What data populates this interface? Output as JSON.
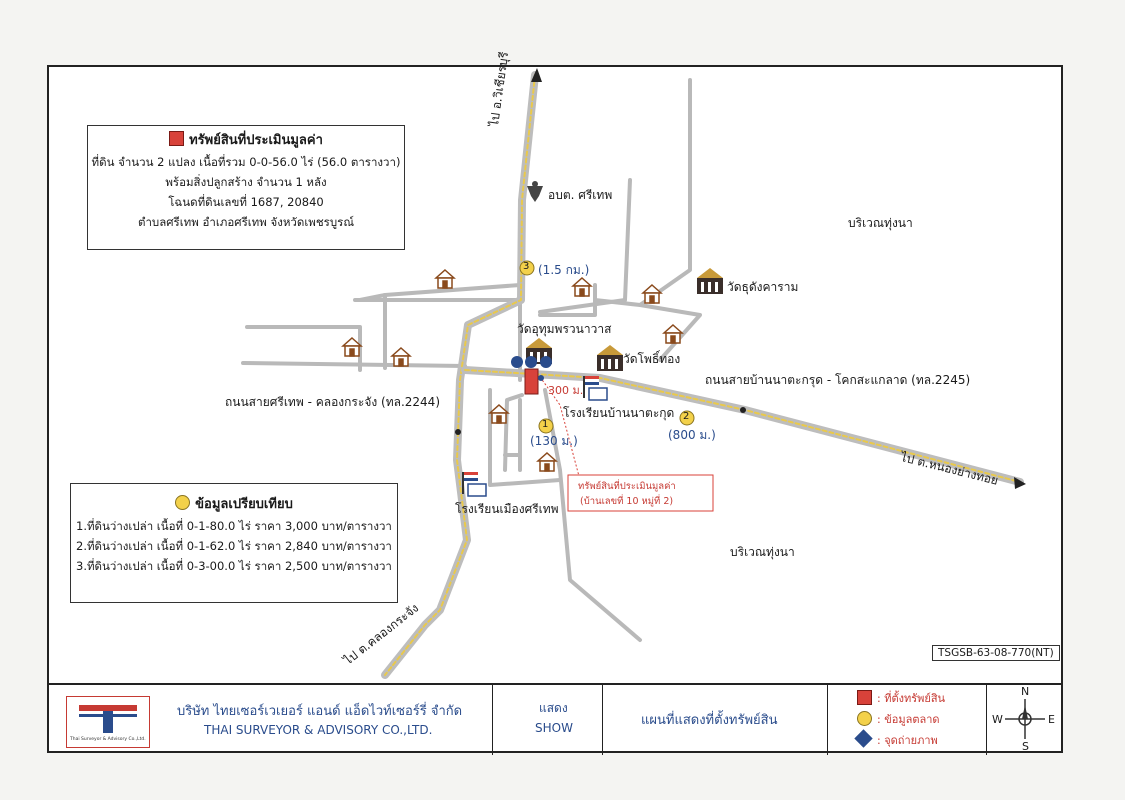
{
  "property_box": {
    "title": "ทรัพย์สินที่ประเมินมูลค่า",
    "lines": [
      "ที่ดิน จำนวน 2 แปลง เนื้อที่รวม 0-0-56.0 ไร่ (56.0 ตารางวา)",
      "พร้อมสิ่งปลูกสร้าง จำนวน 1 หลัง",
      "โฉนดที่ดินเลขที่ 1687, 20840",
      "ตำบลศรีเทพ อำเภอศรีเทพ จังหวัดเพชรบูรณ์"
    ]
  },
  "comparison_box": {
    "title": "ข้อมูลเปรียบเทียบ",
    "lines": [
      "1.ที่ดินว่างเปล่า เนื้อที่ 0-1-80.0 ไร่ ราคา 3,000 บาท/ตารางวา",
      "2.ที่ดินว่างเปล่า เนื้อที่ 0-1-62.0 ไร่ ราคา 2,840 บาท/ตารางวา",
      "3.ที่ดินว่างเปล่า เนื้อที่ 0-3-00.0 ไร่ ราคา 2,500 บาท/ตารางวา"
    ]
  },
  "map_labels": {
    "to_wichianburi": "ไป อ.วิเชียรบุรี",
    "district_office": "อบต. ศรีเทพ",
    "field_upper_right": "บริเวณทุ่งนา",
    "field_lower_right": "บริเวณทุ่งนา",
    "temple_thudong": "วัดธุดังคาราม",
    "temple_udom": "วัดอุทุมพรวนาวาส",
    "temple_pho": "วัดโพธิ์ทอง",
    "road_2245": "ถนนสายบ้านนาตะกรุด - โคกสะแกลาด (ทล.2245)",
    "road_2244": "ถนนสายศรีเทพ - คลองกระจัง (ทล.2244)",
    "school_natakrud": "โรงเรียนบ้านนาตะกุด",
    "school_muang": "โรงเรียนเมืองศรีเทพ",
    "to_nong_yang_hoi": "ไป ต.หนองย่างทอย",
    "to_khlong_krachang": "ไป ต.คลองกระจัง",
    "subject_note_1": "ทรัพย์สินที่ประเมินมูลค่า",
    "subject_note_2": "(บ้านเลขที่ 10 หมู่ที่ 2)",
    "ref_code": "TSGSB-63-08-770(NT)"
  },
  "comparables": [
    {
      "number": "1",
      "distance": "(130 ม.)"
    },
    {
      "number": "2",
      "distance": "(800 ม.)"
    },
    {
      "number": "3",
      "distance": "(1.5 กม.)"
    }
  ],
  "subject_distance": "300 ม.",
  "footer": {
    "company_th": "บริษัท ไทยเซอร์เวเยอร์ แอนด์ แอ็ดไวท์เซอร์รี่ จำกัด",
    "company_en": "THAI SURVEYOR & ADVISORY CO.,LTD.",
    "show_th": "แสดง",
    "show_en": "SHOW",
    "map_title": "แผนที่แสดงที่ตั้งทรัพย์สิน",
    "logo_text": "Thai Surveyor & Advisory Co.,Ltd.",
    "legend": [
      {
        "label": ": ที่ตั้งทรัพย์สิน"
      },
      {
        "label": ": ข้อมูลตลาด"
      },
      {
        "label": ": จุดถ่ายภาพ"
      }
    ],
    "compass": {
      "n": "N",
      "s": "S",
      "e": "E",
      "w": "W"
    }
  },
  "colors": {
    "road": "#b7b7b7",
    "highway_center": "#e9c94c",
    "subject": "#d8423a",
    "comparable": "#f3d14a",
    "label_blue": "#2a4c8c",
    "note_red": "#c63a33"
  }
}
